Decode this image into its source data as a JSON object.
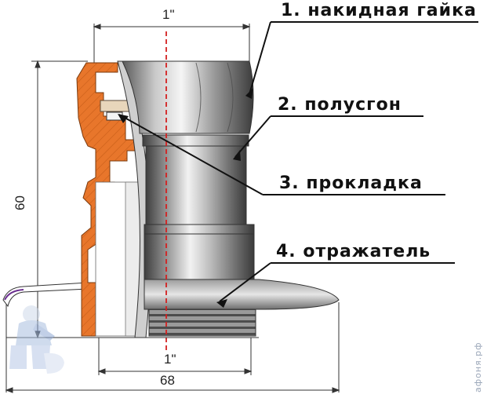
{
  "labels": {
    "item1": "1. накидная гайка",
    "item2": "2. полусгон",
    "item3": "3. прокладка",
    "item4": "4. отражатель"
  },
  "dimensions": {
    "top_width": "1\"",
    "bottom_width": "1\"",
    "height": "60",
    "overall_width": "68"
  },
  "watermark": "афоня.рф",
  "colors": {
    "body_orange": "#e8762b",
    "metal_dark": "#4a4a4a",
    "metal_light": "#d8d8d8",
    "axis_red": "#d42020"
  }
}
